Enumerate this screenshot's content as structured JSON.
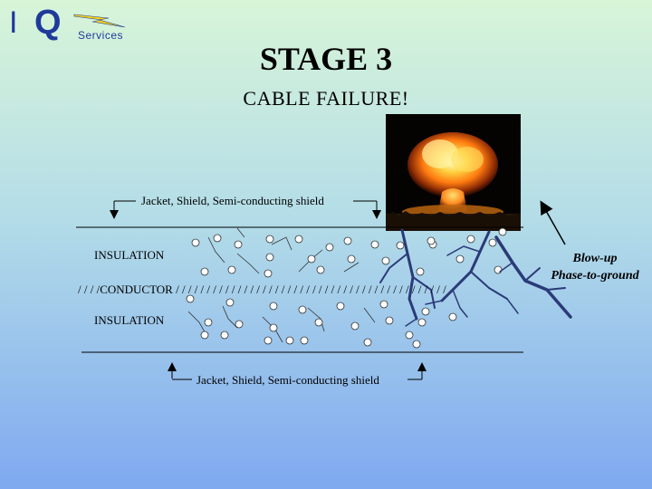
{
  "logo": {
    "letter_i": "I",
    "letter_q": "Q",
    "text": "Services"
  },
  "title": "STAGE 3",
  "subtitle": "CABLE  FAILURE!",
  "labels": {
    "top_shield": "Jacket, Shield, Semi-conducting shield",
    "bottom_shield": "Jacket, Shield, Semi-conducting shield",
    "insulation_top": "INSULATION",
    "insulation_bottom": "INSULATION",
    "conductor": "/ / / /CONDUCTOR / / / / / / / / / / / / / / / / / / / / / / / / / / / / / / / / / / / / / / / / / / / /",
    "blowup": "Blow-up",
    "phase": "Phase-to-ground"
  },
  "colors": {
    "logo_blue": "#1f3a9a",
    "bolt_yellow": "#f2d21b",
    "tree_blue": "#2b3a78",
    "explosion_orange": "#ff9a1a"
  },
  "icons": [
    "lightning-bolt-icon",
    "explosion-photo",
    "electrical-tree-icon",
    "arrow-icon"
  ]
}
